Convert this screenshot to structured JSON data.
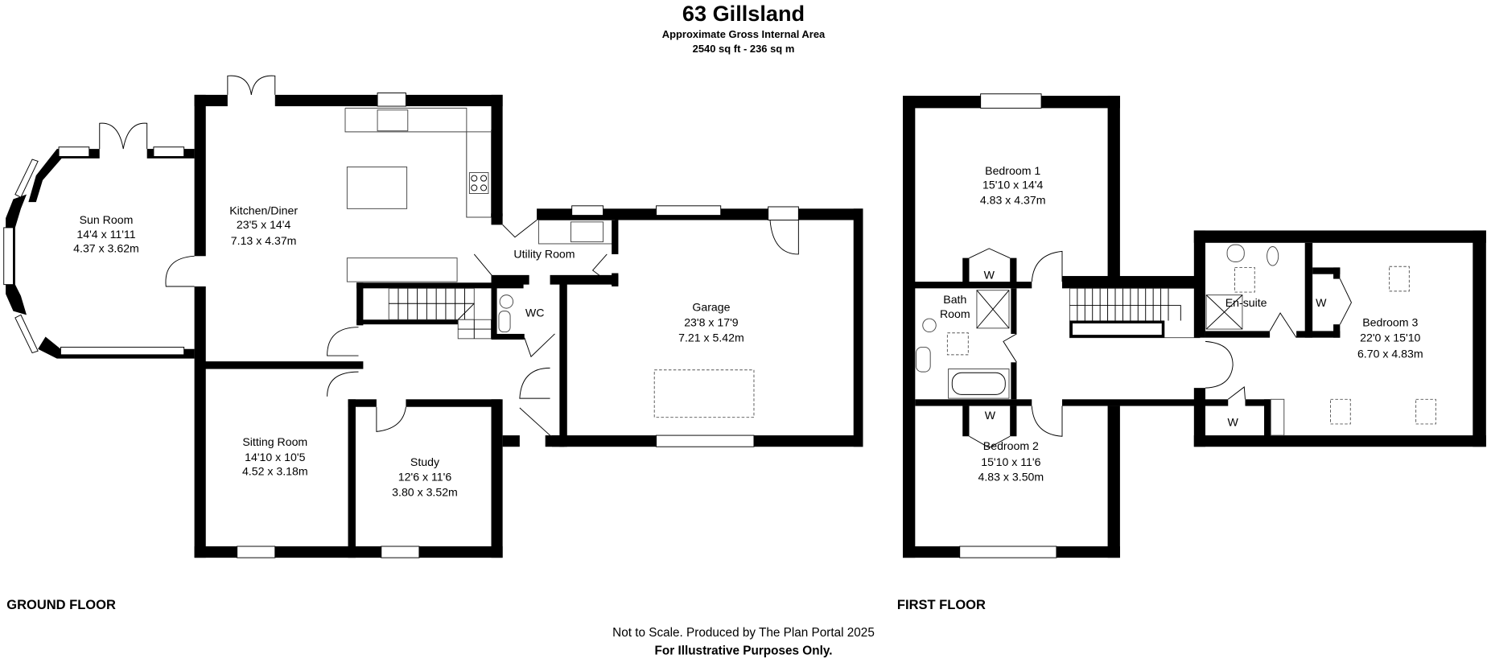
{
  "header": {
    "title": "63 Gillsland",
    "subtitle": "Approximate Gross Internal Area",
    "area": "2540 sq ft - 236 sq m"
  },
  "ground_floor": {
    "label": "GROUND FLOOR",
    "rooms": {
      "sun_room": {
        "name": "Sun Room",
        "imperial": "14'4 x 11'11",
        "metric": "4.37 x 3.62m"
      },
      "kitchen": {
        "name": "Kitchen/Diner",
        "imperial": "23'5 x 14'4",
        "metric": "7.13 x 4.37m"
      },
      "utility": {
        "name": "Utility Room"
      },
      "wc": {
        "name": "WC"
      },
      "garage": {
        "name": "Garage",
        "imperial": "23'8 x 17'9",
        "metric": "7.21 x 5.42m"
      },
      "sitting": {
        "name": "Sitting Room",
        "imperial": "14'10 x 10'5",
        "metric": "4.52 x 3.18m"
      },
      "study": {
        "name": "Study",
        "imperial": "12'6 x 11'6",
        "metric": "3.80 x 3.52m"
      }
    }
  },
  "first_floor": {
    "label": "FIRST FLOOR",
    "rooms": {
      "bedroom1": {
        "name": "Bedroom 1",
        "imperial": "15'10 x 14'4",
        "metric": "4.83 x 4.37m"
      },
      "bathroom": {
        "name_line1": "Bath",
        "name_line2": "Room"
      },
      "bedroom2": {
        "name": "Bedroom 2",
        "imperial": "15'10 x 11'6",
        "metric": "4.83 x 3.50m"
      },
      "ensuite": {
        "name": "En-suite"
      },
      "bedroom3": {
        "name": "Bedroom 3",
        "imperial": "22'0 x 15'10",
        "metric": "6.70 x 4.83m"
      },
      "wardrobe_label": "W"
    }
  },
  "footer": {
    "line1": "Not to Scale. Produced by The Plan Portal 2025",
    "line2": "For Illustrative Purposes Only."
  }
}
